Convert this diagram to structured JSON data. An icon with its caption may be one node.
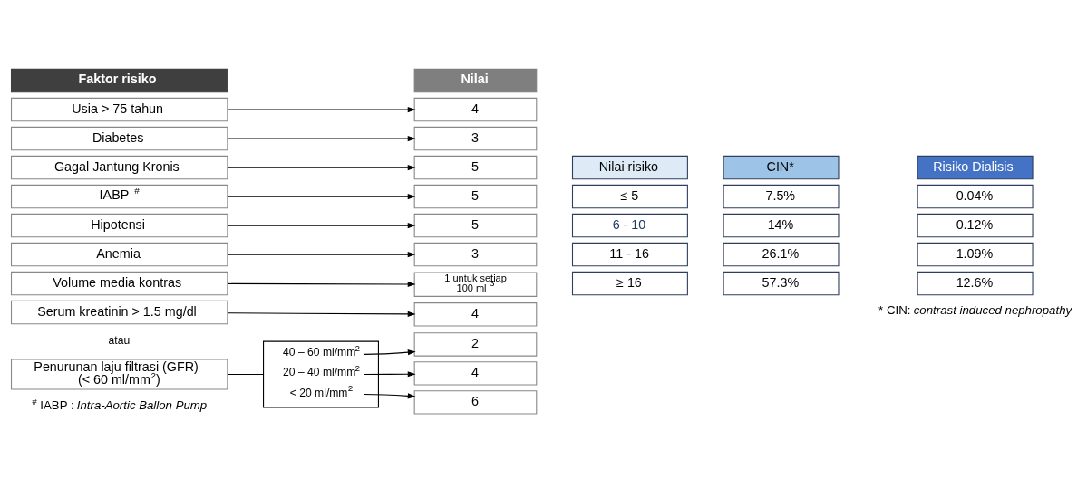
{
  "diagram": {
    "nodes": [
      {
        "text": [
          "Faktor risiko"
        ]
      },
      {
        "text": [
          "Nilai"
        ]
      },
      {
        "text": [
          "Usia > 75 tahun"
        ]
      },
      {
        "text": [
          "Diabetes"
        ]
      },
      {
        "text": [
          "Gagal Jantung Kronis"
        ]
      },
      {
        "text": [
          "IABP $^{#}$"
        ]
      },
      {
        "text": [
          "Hipotensi"
        ]
      },
      {
        "text": [
          "Anemia"
        ]
      },
      {
        "text": [
          "Volume media kontras"
        ]
      },
      {
        "text": [
          "Serum kreatinin > 1.5 mg/dl"
        ]
      },
      {
        "text": [
          "Penurunan laju filtrasi (GFR) (< 60 ml/mm$^{2}$)"
        ]
      },
      {
        "text": [
          "40 – 60 ml/mm$^{2}$",
          "20 – 40 ml/mm$^{2}$",
          "< 20 ml/mm$^{2}$"
        ]
      },
      {
        "text": [
          "4"
        ]
      },
      {
        "text": [
          "3"
        ]
      },
      {
        "text": [
          "5"
        ]
      },
      {
        "text": [
          "5"
        ]
      },
      {
        "text": [
          "5"
        ]
      },
      {
        "text": [
          "3"
        ]
      },
      {
        "text": [
          "1 untuk setiap 100 ml $^{3}$"
        ]
      },
      {
        "text": [
          "4"
        ]
      },
      {
        "text": [
          "2"
        ]
      },
      {
        "text": [
          "4"
        ]
      },
      {
        "text": [
          "6"
        ]
      },
      {
        "text": [
          "Nilai risiko"
        ]
      },
      {
        "text": [
          "CIN*"
        ]
      },
      {
        "text": [
          "Risiko Dialisis"
        ]
      },
      {
        "text": [
          "≤ 5"
        ]
      },
      {
        "text": [
          "7.5%"
        ]
      },
      {
        "text": [
          "0.04%"
        ]
      },
      {
        "text": [
          "6 - 10"
        ]
      },
      {
        "text": [
          "14%"
        ]
      },
      {
        "text": [
          "0.12%"
        ]
      },
      {
        "text": [
          "11 - 16"
        ]
      },
      {
        "text": [
          "26.1%"
        ]
      },
      {
        "text": [
          "1.09%"
        ]
      },
      {
        "text": [
          "≥ 16"
        ]
      },
      {
        "text": [
          "57.3%"
        ]
      },
      {
        "text": [
          "12.6%"
        ]
      }
    ],
    "edges": [
      {
        "from": 2,
        "to": 12,
        "arrow": "to"
      },
      {
        "from": 3,
        "to": 13,
        "arrow": "to"
      },
      {
        "from": 4,
        "to": 14,
        "arrow": "to"
      },
      {
        "from": 5,
        "to": 15,
        "arrow": "to"
      },
      {
        "from": 6,
        "to": 16,
        "arrow": "to"
      },
      {
        "from": 7,
        "to": 17,
        "arrow": "to"
      },
      {
        "from": 8,
        "to": 18,
        "arrow": "to"
      },
      {
        "from": 9,
        "to": 19,
        "arrow": "to"
      },
      {
        "from": 10,
        "to": 11,
        "arrow": "none"
      },
      {
        "from": 11,
        "to": 20,
        "arrow": "to"
      },
      {
        "from": 11,
        "to": 21,
        "arrow": "to"
      },
      {
        "from": 11,
        "to": 22,
        "arrow": "to"
      }
    ],
    "labels": [
      "atau",
      "* CIN: *contrast induced nephropathy*",
      "$^{#}$ IABP : *Intra-Aortic Ballon Pump*"
    ]
  }
}
